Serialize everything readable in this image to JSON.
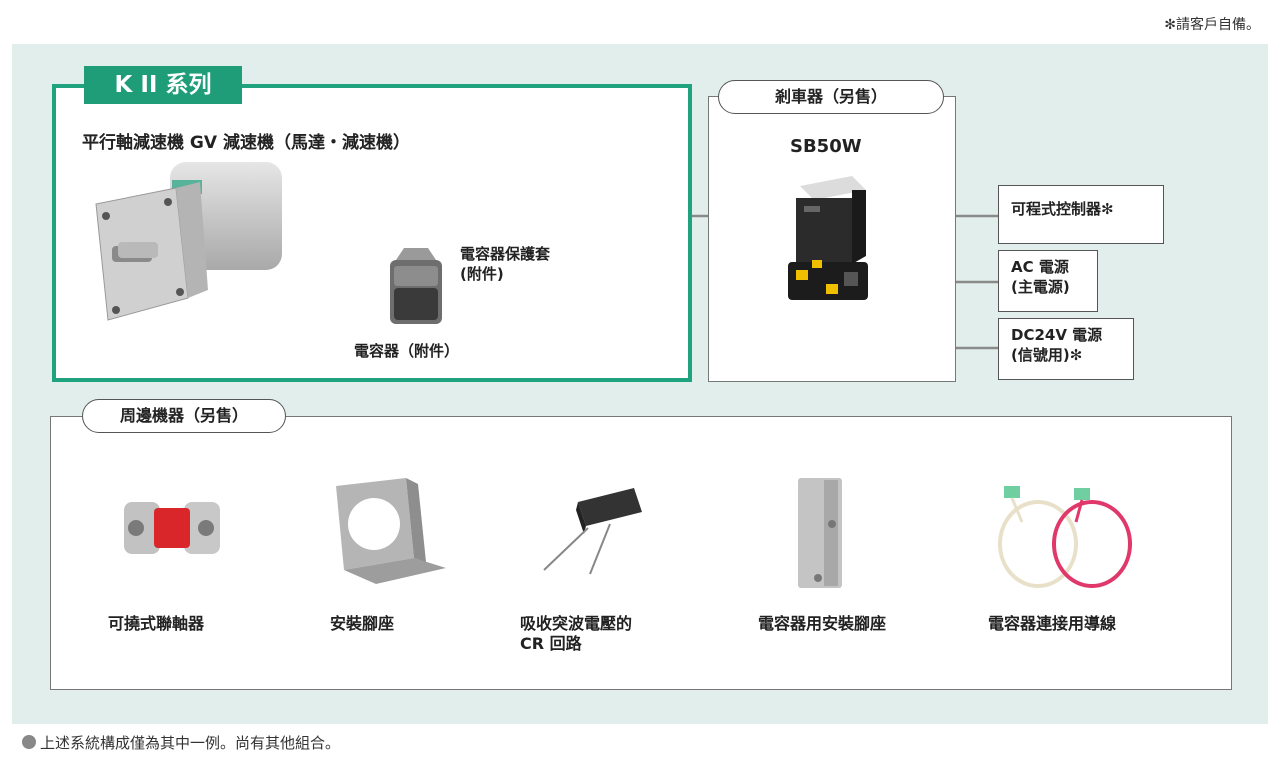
{
  "note_top": "✻請客戶自備。",
  "series": {
    "tag": "K II 系列",
    "motor_title": "平行軸減速機 GV 減速機（馬達・減速機）",
    "capacitor_cover": [
      "電容器保護套",
      "(附件)"
    ],
    "capacitor": "電容器（附件）"
  },
  "brake": {
    "title": "剎車器（另售）",
    "model": "SB50W"
  },
  "controls": {
    "plc": "可程式控制器✻",
    "ac_power": [
      "AC 電源",
      "(主電源)"
    ],
    "dc_power": [
      "DC24V 電源",
      "(信號用)✻"
    ]
  },
  "peripherals": {
    "title": "周邊機器（另售）",
    "items": [
      {
        "label": "可撓式聯軸器",
        "icon": "coupling-icon"
      },
      {
        "label": "安裝腳座",
        "icon": "mounting-bracket-icon"
      },
      {
        "label": "吸收突波電壓的\nCR 回路",
        "icon": "cr-circuit-icon"
      },
      {
        "label": "電容器用安裝腳座",
        "icon": "capacitor-bracket-icon"
      },
      {
        "label": "電容器連接用導線",
        "icon": "cable-icon"
      }
    ]
  },
  "footer": "上述系統構成僅為其中一例。尚有其他組合。",
  "colors": {
    "accent": "#1f9d79",
    "panel_bg": "#e1eeeb",
    "coupling_red": "#d8262b",
    "cable_pink": "#e0386b"
  }
}
